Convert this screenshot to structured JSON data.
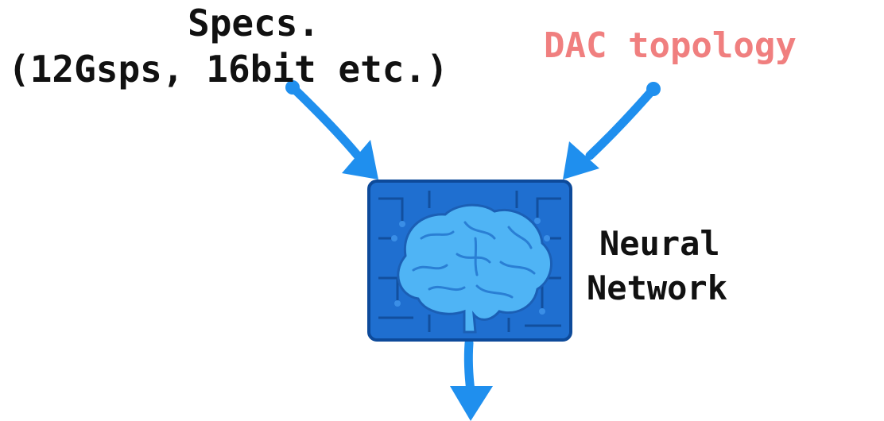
{
  "specs": {
    "title": "Specs.",
    "detail": "(12Gsps, 16bit etc.)"
  },
  "topology": {
    "label": "DAC topology"
  },
  "network": {
    "line1": "Neural",
    "line2": "Network"
  },
  "colors": {
    "arrow": "#1f8fee",
    "topology_text": "#f07f7f",
    "chip_fill": "#1f6fd0",
    "chip_border": "#0d4a9a",
    "brain": "#4fb4f5"
  },
  "icons": {
    "chip": "brain-chip-icon"
  }
}
